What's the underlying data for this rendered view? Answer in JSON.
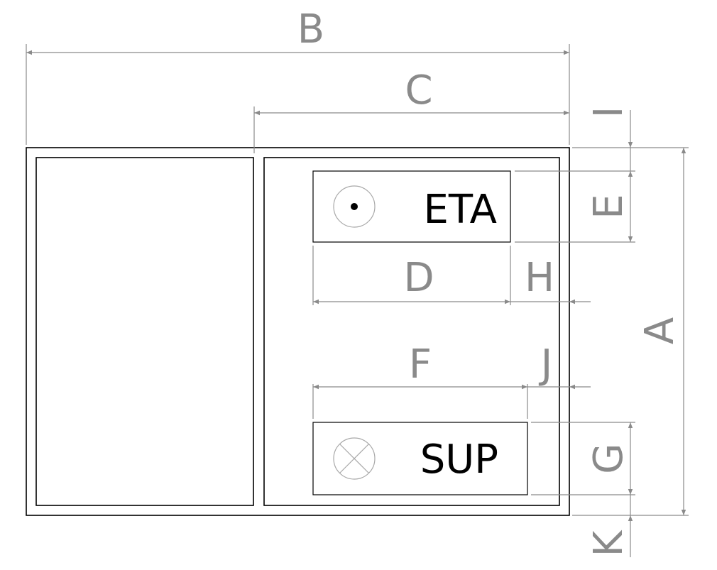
{
  "dimensions": {
    "a": "A",
    "b": "B",
    "c": "C",
    "d": "D",
    "e": "E",
    "f": "F",
    "g": "G",
    "h": "H",
    "i": "I",
    "j": "J",
    "k": "K"
  },
  "boxes": {
    "top": {
      "label": "ETA",
      "symbol": "dot-in-circle-icon"
    },
    "bottom": {
      "label": "SUP",
      "symbol": "cross-in-circle-icon"
    }
  },
  "colors": {
    "outline": "#000000",
    "dimension": "#8a8a8a",
    "symbol": "#a8a8a8"
  }
}
